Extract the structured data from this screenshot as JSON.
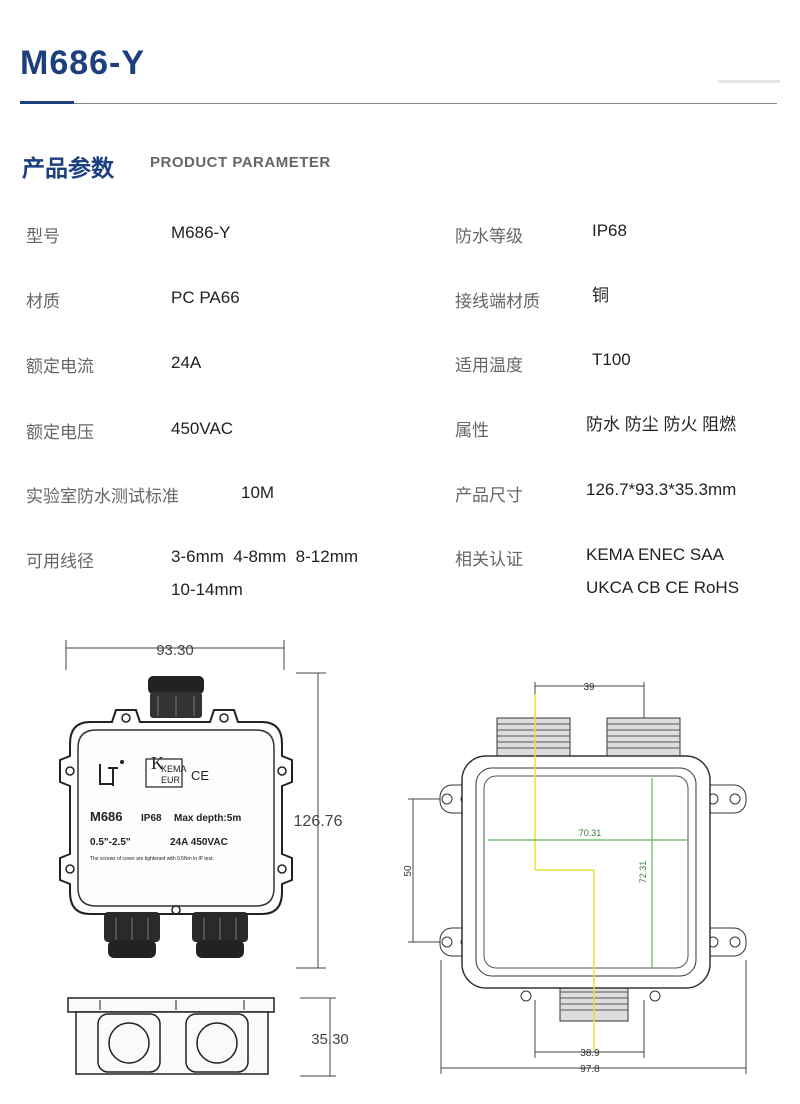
{
  "header": {
    "model_title": "M686-Y"
  },
  "section": {
    "title_cn": "产品参数",
    "title_en": "PRODUCT PARAMETER"
  },
  "params_left": [
    {
      "label": "型号",
      "value": "M686-Y"
    },
    {
      "label": "材质",
      "value": "PC PA66"
    },
    {
      "label": "额定电流",
      "value": "24A"
    },
    {
      "label": "额定电压",
      "value": "450VAC"
    },
    {
      "label": "实验室防水测试标准",
      "value": "10M"
    },
    {
      "label": "可用线径",
      "value_line1": "3-6mm  4-8mm  8-12mm",
      "value_line2": "10-14mm"
    }
  ],
  "params_right": [
    {
      "label": "防水等级",
      "value": "IP68"
    },
    {
      "label": "接线端材质",
      "value": "铜"
    },
    {
      "label": "适用温度",
      "value": "T100"
    },
    {
      "label": "属性",
      "value": "防水 防尘 防火 阻燃"
    },
    {
      "label": "产品尺寸",
      "value": "126.7*93.3*35.3mm"
    },
    {
      "label": "相关认证",
      "value_line1": "KEMA ENEC SAA",
      "value_line2": "UKCA CB CE RoHS"
    }
  ],
  "drawing_left": {
    "width_dim": "93.30",
    "height_dim": "126.76",
    "depth_dim": "35.30",
    "label_model": "M686",
    "label_ip": "IP68",
    "label_depth": "Max depth:5m",
    "label_wire": "0.5\"-2.5\"",
    "label_rating": "24A 450VAC",
    "label_note": "The screws of cover are tightened with 0.5Nm in IP test.",
    "cert_kema": "KEMA",
    "cert_eur": "EUR",
    "cert_ce": "CE"
  },
  "drawing_right": {
    "top_dim": "39",
    "inner_width": "70.31",
    "inner_height": "72.31",
    "left_dim": "50",
    "bottom_dim": "38.9",
    "total_width": "97.8"
  }
}
